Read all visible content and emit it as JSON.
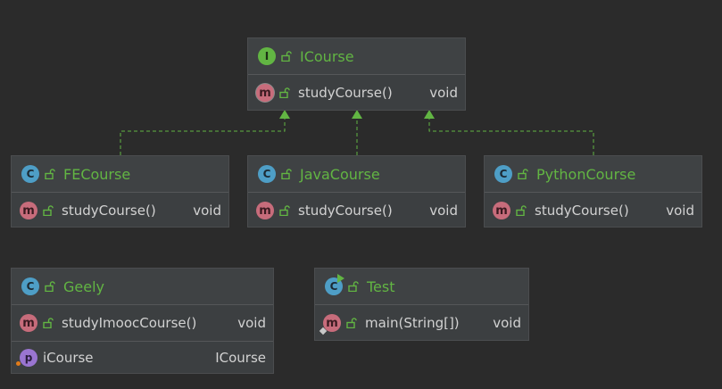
{
  "nodes": {
    "icourse": {
      "kind_letter": "I",
      "name": "ICourse",
      "methods": [
        {
          "name": "studyCourse()",
          "type": "void"
        }
      ]
    },
    "fecourse": {
      "kind_letter": "C",
      "name": "FECourse",
      "methods": [
        {
          "name": "studyCourse()",
          "type": "void"
        }
      ]
    },
    "javacourse": {
      "kind_letter": "C",
      "name": "JavaCourse",
      "methods": [
        {
          "name": "studyCourse()",
          "type": "void"
        }
      ]
    },
    "pythoncourse": {
      "kind_letter": "C",
      "name": "PythonCourse",
      "methods": [
        {
          "name": "studyCourse()",
          "type": "void"
        }
      ]
    },
    "geely": {
      "kind_letter": "C",
      "name": "Geely",
      "methods": [
        {
          "name": "studyImoocCourse()",
          "type": "void"
        }
      ],
      "fields": [
        {
          "name": "iCourse",
          "type": "ICourse"
        }
      ]
    },
    "test": {
      "kind_letter": "C",
      "name": "Test",
      "methods": [
        {
          "name": "main(String[])",
          "type": "void"
        }
      ]
    }
  },
  "badges": {
    "method_letter": "m",
    "property_letter": "p"
  },
  "relations": [
    {
      "from": "fecourse",
      "to": "icourse",
      "kind": "realization"
    },
    {
      "from": "javacourse",
      "to": "icourse",
      "kind": "realization"
    },
    {
      "from": "pythoncourse",
      "to": "icourse",
      "kind": "realization"
    }
  ],
  "colors": {
    "background": "#2b2b2b",
    "node_fill": "#3c3f41",
    "title_text": "#62b543",
    "member_text": "#d2d2d2",
    "class_badge": "#4e9ec6",
    "interface_badge": "#62b543",
    "method_badge": "#c76c7b",
    "property_badge": "#9a75d1",
    "edge": "#62b543"
  },
  "icons": {
    "class": "class-icon",
    "interface": "interface-icon",
    "method": "method-icon",
    "property": "property-icon",
    "visibility": "unlocked-lock-icon"
  }
}
